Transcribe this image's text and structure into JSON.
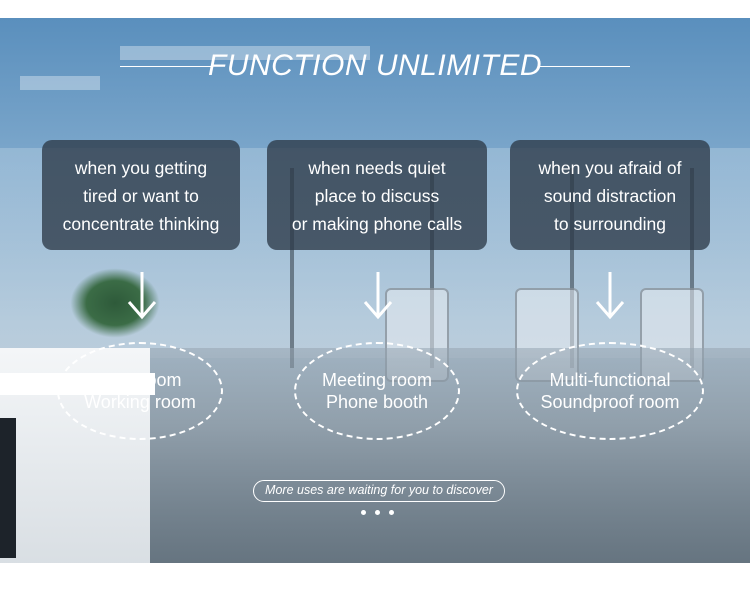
{
  "title": "FUNCTION UNLIMITED",
  "cards": [
    {
      "lines": [
        "when you getting",
        "tired or want to",
        "concentrate thinking"
      ]
    },
    {
      "lines": [
        "when needs quiet",
        "place to discuss",
        "or making phone calls"
      ]
    },
    {
      "lines": [
        "when you afraid of",
        "sound distraction",
        "to surrounding"
      ]
    }
  ],
  "ovals": [
    {
      "lines": [
        "Rest room",
        "Working room"
      ]
    },
    {
      "lines": [
        "Meeting room",
        "Phone booth"
      ]
    },
    {
      "lines": [
        "Multi-functional",
        "Soundproof room"
      ]
    }
  ],
  "footer": {
    "more_uses": "More uses are waiting for you to discover"
  },
  "colors": {
    "card_bg": "#2d3a48",
    "text": "#ffffff"
  },
  "icons": {
    "arrow": "arrow-down-icon"
  }
}
